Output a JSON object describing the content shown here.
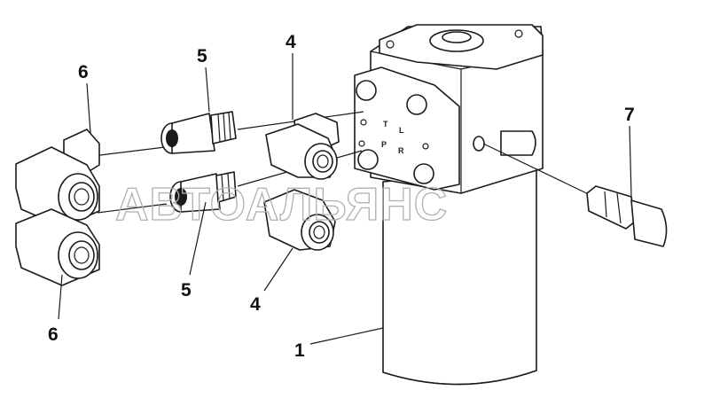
{
  "diagram": {
    "callouts": {
      "c1": "1",
      "c4_top": "4",
      "c4_bottom": "4",
      "c5_top": "5",
      "c5_bottom": "5",
      "c6_top": "6",
      "c6_bottom": "6",
      "c7": "7"
    },
    "port_labels": {
      "T": "T",
      "L": "L",
      "P": "P",
      "R": "R"
    },
    "watermark": "АВТОАЛЬЯНС"
  }
}
